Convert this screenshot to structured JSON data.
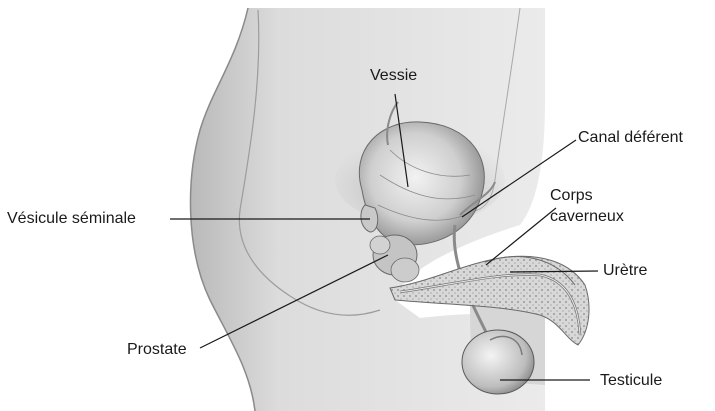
{
  "labels": {
    "vessie": "Vessie",
    "canal_deferent": "Canal déférent",
    "corps_caverneux_line1": "Corps",
    "corps_caverneux_line2": "caverneux",
    "vesicule_seminale": "Vésicule séminale",
    "uretre": "Urètre",
    "prostate": "Prostate",
    "testicule": "Testicule"
  },
  "colors": {
    "skin_light": "#e4e4e4",
    "skin_mid": "#cfcfcf",
    "skin_dark": "#9a9a9a",
    "organ_outline": "#5a5a5a",
    "background": "#ffffff"
  }
}
